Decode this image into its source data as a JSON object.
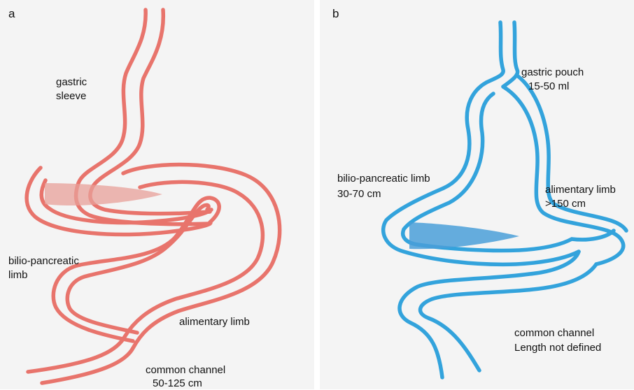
{
  "panel_a": {
    "letter": "a",
    "labels": {
      "gastric_sleeve_line1": "gastric",
      "gastric_sleeve_line2": "sleeve",
      "bilio_line1": "bilio-pancreatic",
      "bilio_line2": "limb",
      "alimentary": "alimentary limb",
      "common_line1": "common channel",
      "common_line2": "50-125 cm"
    },
    "colors": {
      "tube": "#e8746c",
      "fill": "#e8a09a"
    }
  },
  "panel_b": {
    "letter": "b",
    "labels": {
      "pouch_line1": "gastric pouch",
      "pouch_line2": "15-50 ml",
      "bilio_line1": "bilio-pancreatic limb",
      "bilio_line2": "30-70 cm",
      "alimentary_line1": "alimentary limb",
      "alimentary_line2": ">150 cm",
      "common_line1": "common channel",
      "common_line2": "Length not defined"
    },
    "colors": {
      "tube": "#33a3dc",
      "fill": "#4a9fd8"
    }
  }
}
